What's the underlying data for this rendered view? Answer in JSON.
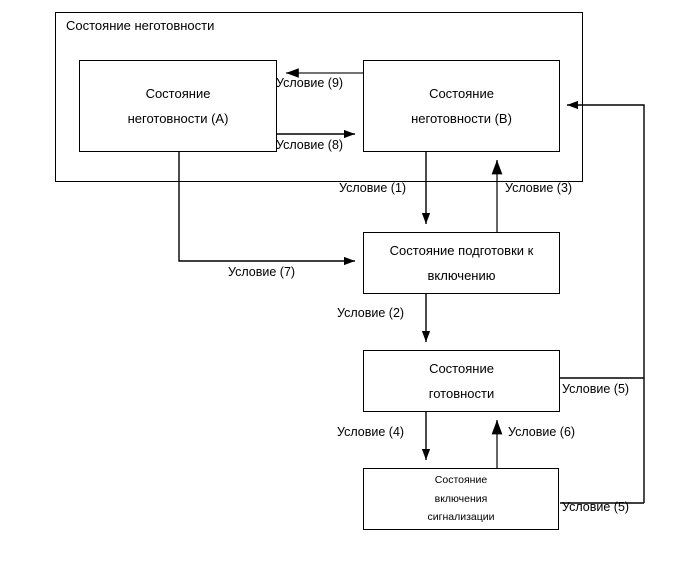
{
  "diagram": {
    "title_group": {
      "line1": "Состояние",
      "line2": "неготовности"
    },
    "nodes": [
      {
        "id": "state-a",
        "lines": [
          "Состояние",
          "неготовности (А)"
        ]
      },
      {
        "id": "state-b",
        "lines": [
          "Состояние",
          "неготовности (В)"
        ]
      },
      {
        "id": "state-prepare",
        "lines": [
          "Состояние подготовки к",
          "включению"
        ]
      },
      {
        "id": "state-ready",
        "lines": [
          "Состояние",
          "готовности"
        ]
      },
      {
        "id": "state-alarm",
        "lines": [
          "Состояние",
          "включения",
          "сигнализации"
        ]
      }
    ],
    "edge_labels": [
      {
        "id": "cond-9",
        "text": "Условие (9)"
      },
      {
        "id": "cond-8",
        "text": "Условие (8)"
      },
      {
        "id": "cond-1",
        "text": "Условие (1)"
      },
      {
        "id": "cond-3",
        "text": "Условие (3)"
      },
      {
        "id": "cond-7",
        "text": "Условие (7)"
      },
      {
        "id": "cond-2",
        "text": "Условие (2)"
      },
      {
        "id": "cond-5-top",
        "text": "Условие (5)"
      },
      {
        "id": "cond-4",
        "text": "Условие (4)"
      },
      {
        "id": "cond-6",
        "text": "Условие (6)"
      },
      {
        "id": "cond-5-bottom",
        "text": "Условие (5)"
      }
    ],
    "colors": {
      "stroke": "#000000",
      "stroke_light": "#555555",
      "background": "#ffffff",
      "text": "#000000"
    }
  }
}
